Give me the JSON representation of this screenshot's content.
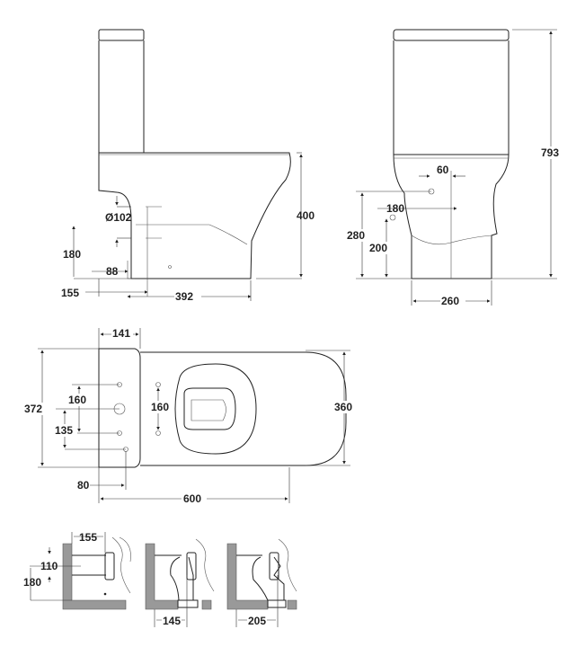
{
  "side_view": {
    "height_400": "400",
    "length_392": "392",
    "offset_155": "155",
    "inlet_88": "88",
    "outlet_180": "180",
    "diameter": "Ø102"
  },
  "front_view": {
    "total_793": "793",
    "spacing_60": "60",
    "width_180": "180",
    "height_280": "280",
    "height_200": "200",
    "base_260": "260"
  },
  "plan_view": {
    "tank_141": "141",
    "width_372": "372",
    "holes_160": "160",
    "hole_135": "135",
    "bolts_160": "160",
    "seat_360": "360",
    "offset_80": "80",
    "length_600": "600"
  },
  "installations": {
    "wall_155": "155",
    "pipe_110": "110",
    "height_180": "180",
    "floor_145": "145",
    "floor_205": "205"
  }
}
